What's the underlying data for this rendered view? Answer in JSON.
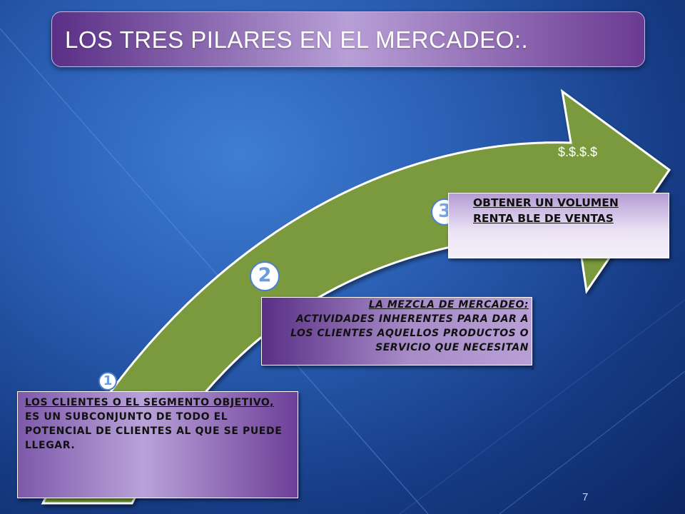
{
  "title": "LOS TRES PILARES EN EL MERCADEO:.",
  "arrow_label": "$.$.$.$",
  "page_number": "7",
  "colors": {
    "background": "#2a5fb4",
    "arrow_fill": "#7a9a3e",
    "box_purple": "#6a3a92",
    "box_lavender": "#ece4f6",
    "badge_border": "#4d7fd0"
  },
  "pillars": [
    {
      "number": "1",
      "heading": "LOS  CLIENTES  O  EL SEGMENTO OBJETIVO, ",
      "body": "ES UN SUBCONJUNTO DE TODO EL POTENCIAL DE CLIENTES AL QUE SE PUEDE LLEGAR."
    },
    {
      "number": "2",
      "heading": "LA MEZCLA DE MERCADEO:",
      "body": " ACTIVIDADES INHERENTES PARA DAR A LOS CLIENTES AQUELLOS PRODUCTOS O SERVICIO QUE NECESITAN",
      "suffix": "."
    },
    {
      "number": "3",
      "heading": "OBTENER UN VOLUMEN RENTA BLE DE VENTAS"
    }
  ]
}
